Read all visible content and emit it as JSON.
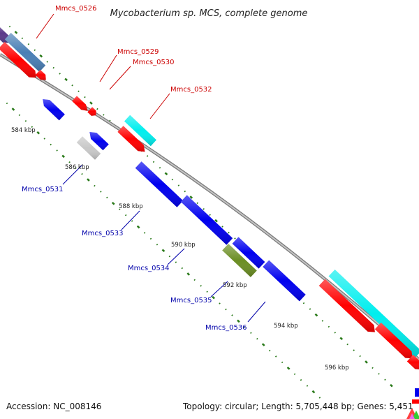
{
  "title": "Mycobacterium sp. MCS, complete genome",
  "footer": {
    "accession": "Accession: NC_008146",
    "summary": "Topology: circular; Length: 5,705,448 bp; Genes: 5,451"
  },
  "colors": {
    "backbone": "#9a9a9a",
    "tick": "#2a7a1a",
    "forward_label": "#cc0000",
    "reverse_label": "#0000aa",
    "red": "#ff0000",
    "blue": "#0000ee",
    "cyan": "#00eeee",
    "steelblue": "#4a7fb5",
    "gray": "#c8c8c8",
    "olive": "#6b8e23",
    "purple": "#5a3a8a"
  },
  "kbp_labels": [
    "584 kbp",
    "586 kbp",
    "588 kbp",
    "590 kbp",
    "592 kbp",
    "594 kbp",
    "596 kbp"
  ],
  "forward_genes": [
    "Mmcs_0526",
    "Mmcs_0529",
    "Mmcs_0530",
    "Mmcs_0532"
  ],
  "reverse_genes": [
    "Mmcs_0531",
    "Mmcs_0533",
    "Mmcs_0534",
    "Mmcs_0535",
    "Mmcs_0536"
  ]
}
